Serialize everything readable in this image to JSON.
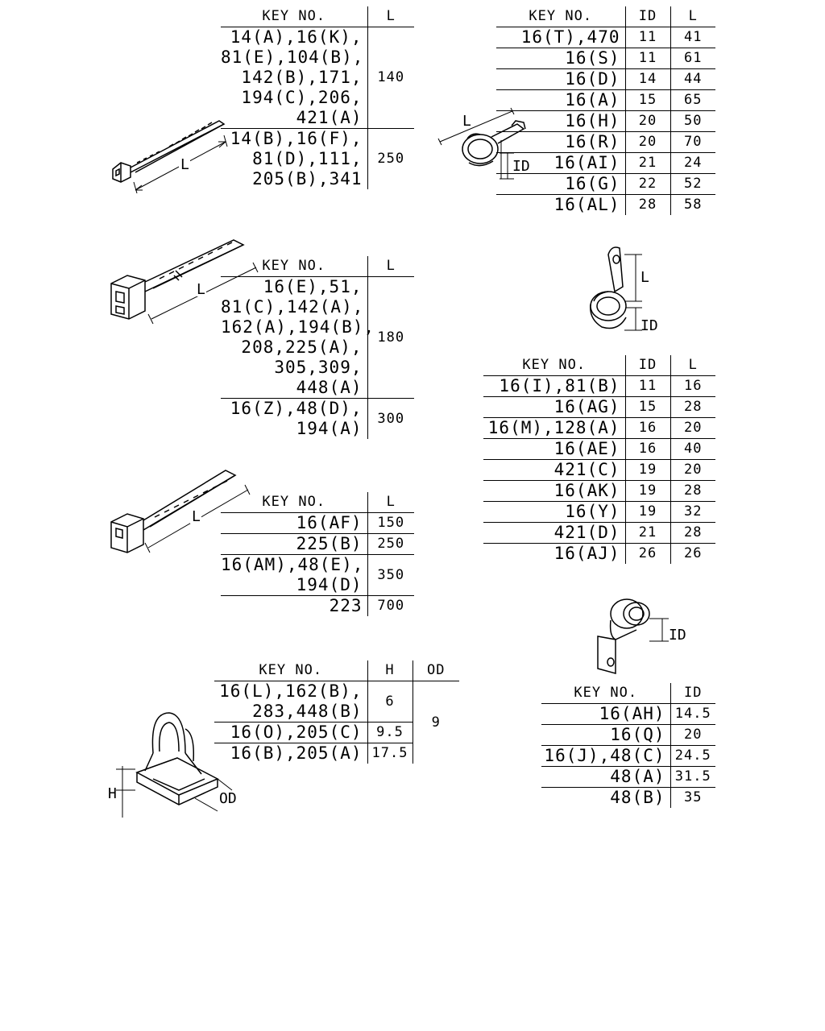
{
  "table1": {
    "headers": {
      "key": "KEY NO.",
      "l": "L"
    },
    "rows": [
      {
        "key": "14(A),16(K),\n81(E),104(B),\n142(B),171,\n194(C),206,\n421(A)",
        "l": "140"
      },
      {
        "key": "14(B),16(F),\n81(D),111,\n205(B),341",
        "l": "250"
      }
    ]
  },
  "table2": {
    "headers": {
      "key": "KEY NO.",
      "id": "ID",
      "l": "L"
    },
    "rows": [
      {
        "key": "16(T),470",
        "id": "11",
        "l": "41"
      },
      {
        "key": "16(S)",
        "id": "11",
        "l": "61"
      },
      {
        "key": "16(D)",
        "id": "14",
        "l": "44"
      },
      {
        "key": "16(A)",
        "id": "15",
        "l": "65"
      },
      {
        "key": "16(H)",
        "id": "20",
        "l": "50"
      },
      {
        "key": "16(R)",
        "id": "20",
        "l": "70"
      },
      {
        "key": "16(AI)",
        "id": "21",
        "l": "24"
      },
      {
        "key": "16(G)",
        "id": "22",
        "l": "52"
      },
      {
        "key": "16(AL)",
        "id": "28",
        "l": "58"
      }
    ]
  },
  "table3": {
    "headers": {
      "key": "KEY NO.",
      "l": "L"
    },
    "rows": [
      {
        "key": "16(E),51,\n81(C),142(A),\n162(A),194(B),\n208,225(A),\n305,309,\n448(A)",
        "l": "180"
      },
      {
        "key": "16(Z),48(D),\n194(A)",
        "l": "300"
      }
    ]
  },
  "table4": {
    "headers": {
      "key": "KEY NO.",
      "id": "ID",
      "l": "L"
    },
    "rows": [
      {
        "key": "16(I),81(B)",
        "id": "11",
        "l": "16"
      },
      {
        "key": "16(AG)",
        "id": "15",
        "l": "28"
      },
      {
        "key": "16(M),128(A)",
        "id": "16",
        "l": "20"
      },
      {
        "key": "16(AE)",
        "id": "16",
        "l": "40"
      },
      {
        "key": "421(C)",
        "id": "19",
        "l": "20"
      },
      {
        "key": "16(AK)",
        "id": "19",
        "l": "28"
      },
      {
        "key": "16(Y)",
        "id": "19",
        "l": "32"
      },
      {
        "key": "421(D)",
        "id": "21",
        "l": "28"
      },
      {
        "key": "16(AJ)",
        "id": "26",
        "l": "26"
      }
    ]
  },
  "table5": {
    "headers": {
      "key": "KEY NO.",
      "l": "L"
    },
    "rows": [
      {
        "key": "16(AF)",
        "l": "150"
      },
      {
        "key": "225(B)",
        "l": "250"
      },
      {
        "key": "16(AM),48(E),\n194(D)",
        "l": "350"
      },
      {
        "key": "223",
        "l": "700"
      }
    ]
  },
  "table6": {
    "headers": {
      "key": "KEY NO.",
      "id": "ID"
    },
    "rows": [
      {
        "key": "16(AH)",
        "id": "14.5"
      },
      {
        "key": "16(Q)",
        "id": "20"
      },
      {
        "key": "16(J),48(C)",
        "id": "24.5"
      },
      {
        "key": "48(A)",
        "id": "31.5"
      },
      {
        "key": "48(B)",
        "id": "35"
      }
    ]
  },
  "table7": {
    "headers": {
      "key": "KEY NO.",
      "h": "H",
      "od": "OD"
    },
    "rows": [
      {
        "key": "16(L),162(B),\n283,448(B)",
        "h": "6"
      },
      {
        "key": "16(O),205(C)",
        "h": "9.5"
      },
      {
        "key": "16(B),205(A)",
        "h": "17.5"
      }
    ],
    "od_value": "9"
  },
  "dim_labels": {
    "l": "L",
    "id": "ID",
    "h": "H",
    "od": "OD"
  }
}
